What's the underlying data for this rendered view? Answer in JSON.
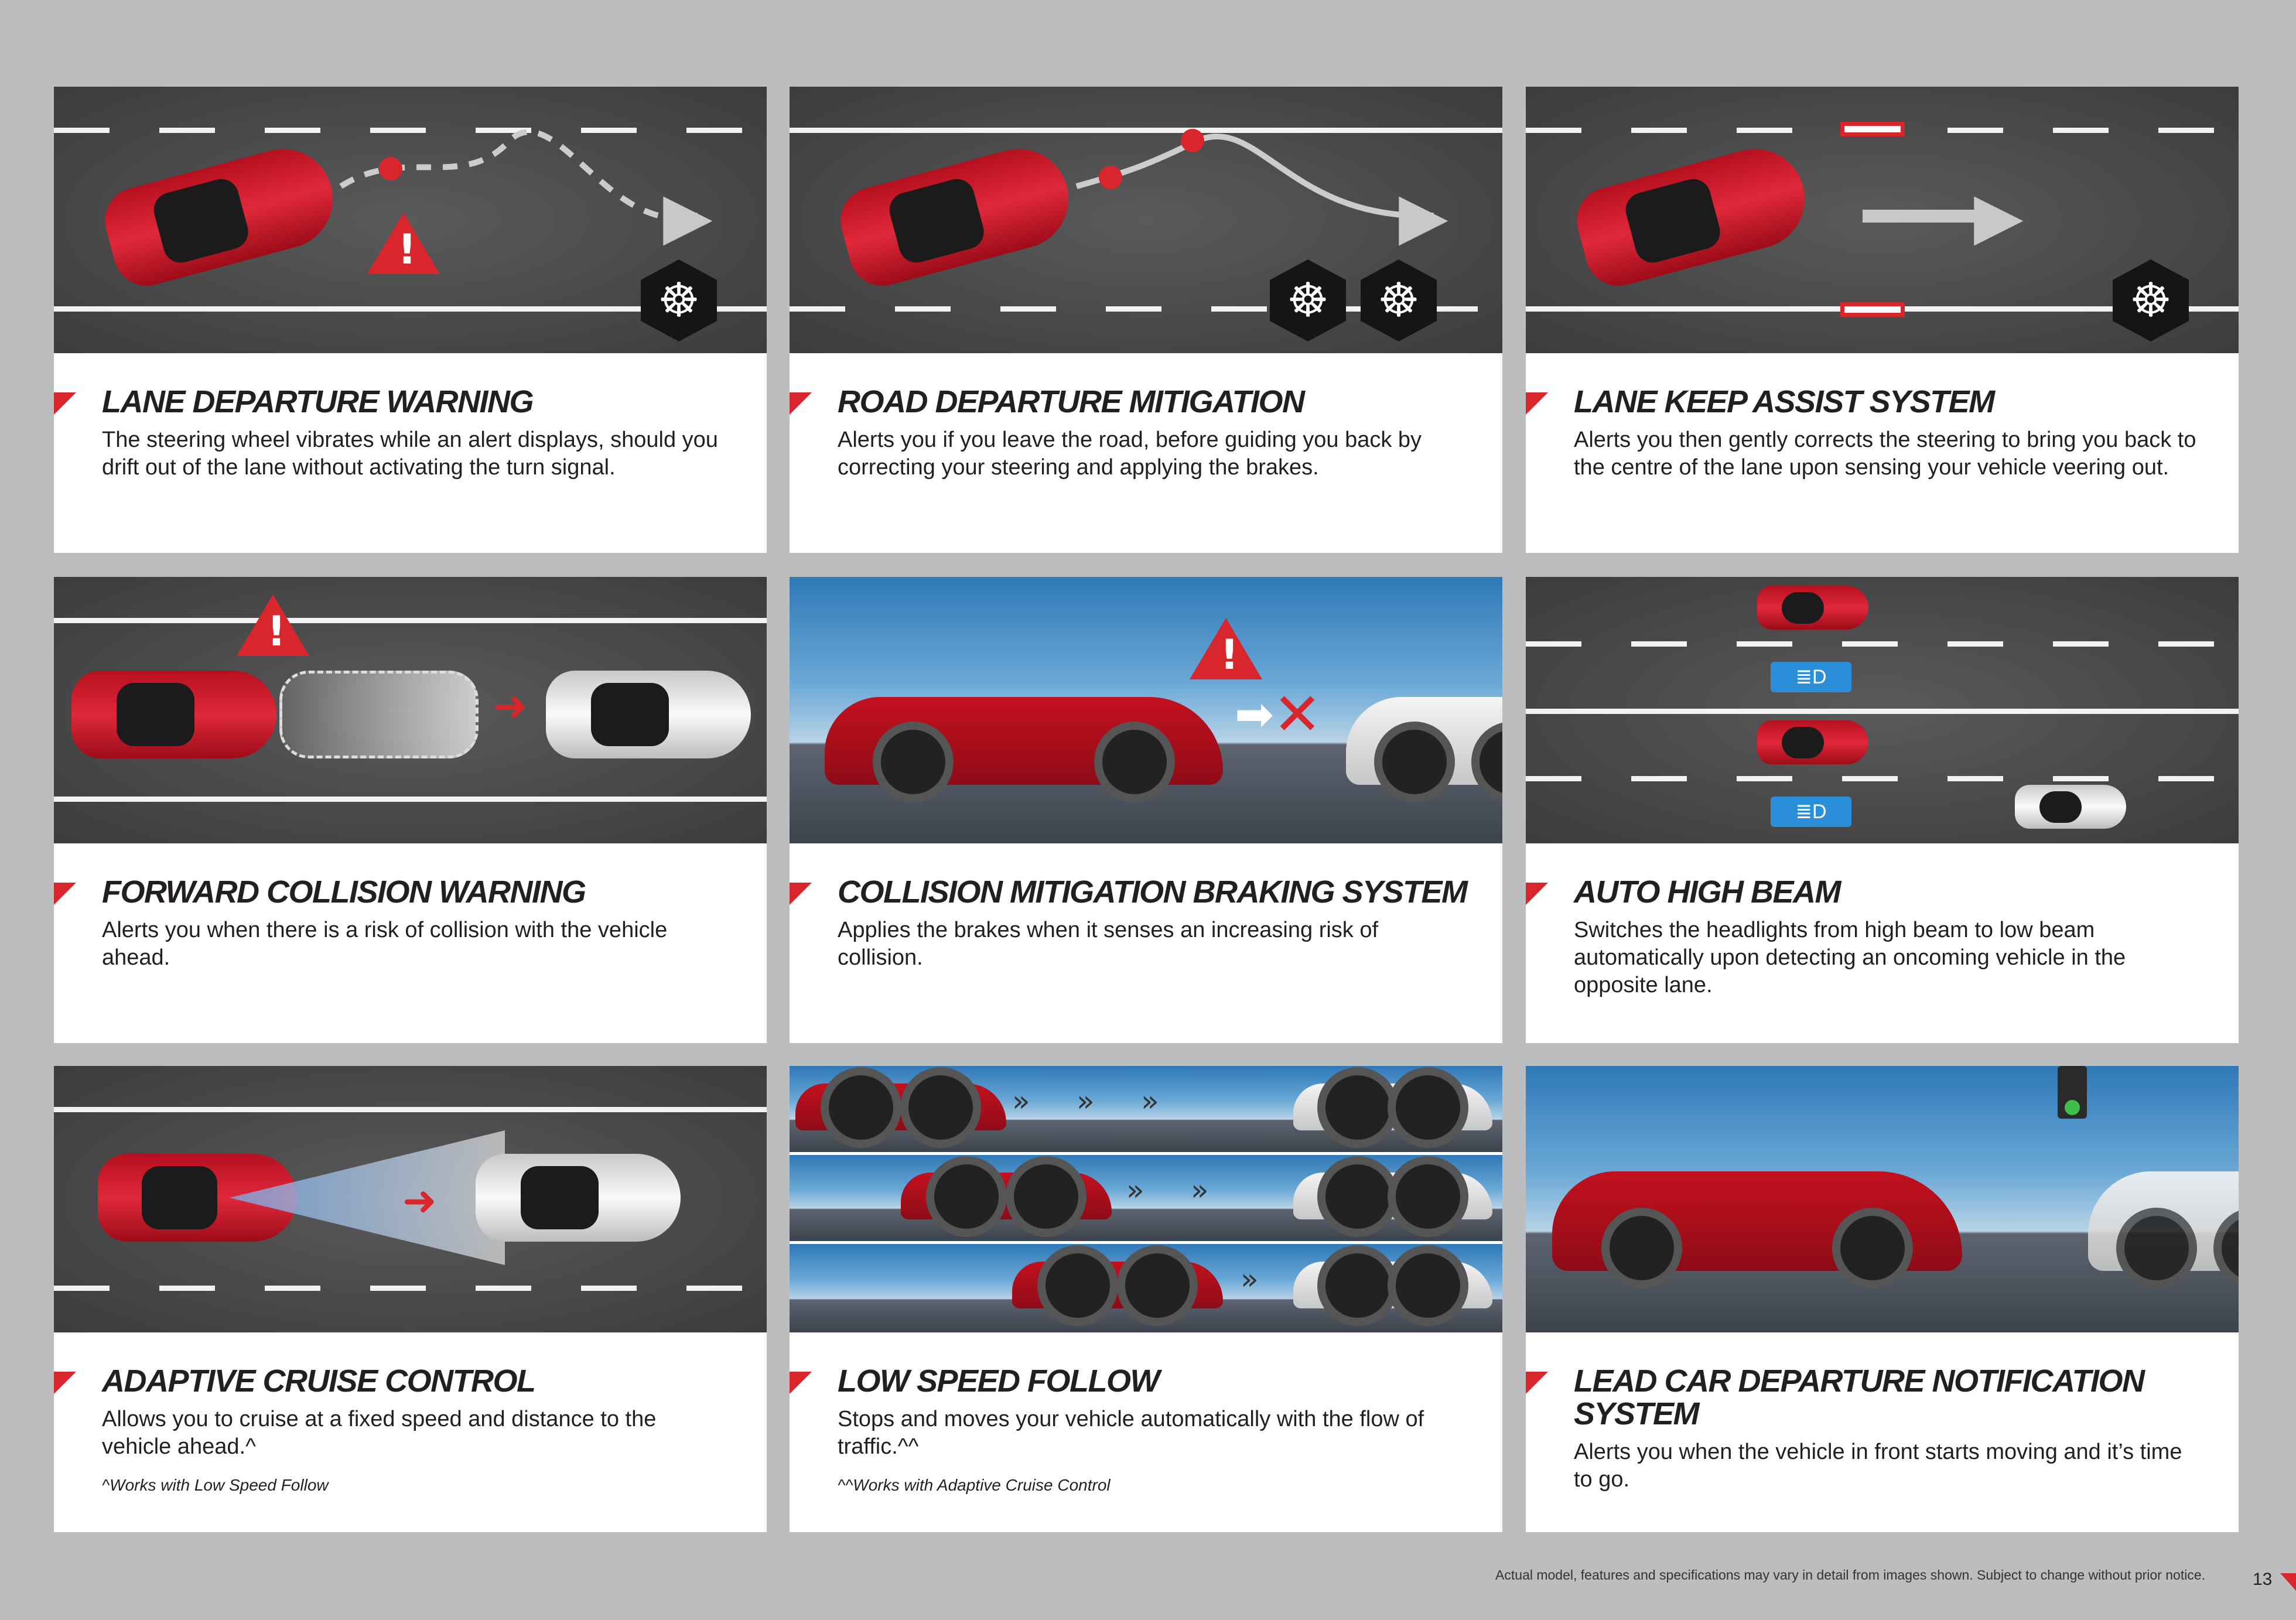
{
  "features": [
    {
      "title": "Lane Departure Warning",
      "description": "The steering wheel vibrates while an alert displays, should you drift out of the lane without activating the turn signal.",
      "warning_icon": "!"
    },
    {
      "title": "Road Departure Mitigation",
      "description": "Alerts you if you leave the road, before guiding you back by correcting your steering and applying the brakes."
    },
    {
      "title": "Lane Keep Assist System",
      "description": "Alerts you then gently corrects the steering to bring you back to the centre of the lane upon sensing your vehicle veering out."
    },
    {
      "title": "Forward Collision Warning",
      "description": "Alerts you when there is a risk of collision with the vehicle ahead.",
      "warning_icon": "!"
    },
    {
      "title": "Collision Mitigation Braking System",
      "description": "Applies the brakes when it senses an increasing risk of collision.",
      "warning_icon": "!"
    },
    {
      "title": "Auto High Beam",
      "description": "Switches the headlights from high beam to low beam automatically upon detecting an oncoming vehicle in the opposite lane."
    },
    {
      "title": "Adaptive Cruise Control",
      "description": "Allows you to cruise at a fixed speed and distance to the vehicle ahead.^",
      "note": "^Works with Low Speed Follow"
    },
    {
      "title": "Low Speed Follow",
      "description": "Stops and moves your vehicle automatically with the flow of traffic.^^",
      "note": "^^Works with Adaptive Cruise Control"
    },
    {
      "title": "Lead Car Departure Notification System",
      "description": "Alerts you when the vehicle in front starts moving and it’s time to go."
    }
  ],
  "footer": {
    "disclaimer": "Actual model, features and specifications may vary in detail from images shown. Subject to change without prior notice.",
    "page_number": "13"
  },
  "colors": {
    "accent": "#d9262c",
    "background": "#bcbdbf"
  }
}
